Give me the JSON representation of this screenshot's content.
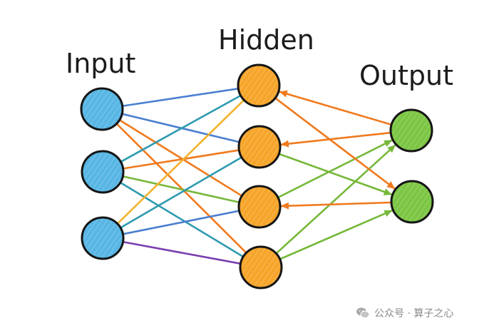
{
  "labels": {
    "input": "Input",
    "hidden": "Hidden",
    "output": "Output"
  },
  "watermark": {
    "text": "公众号 · 算子之心",
    "icon": "wechat-icon"
  },
  "colors": {
    "input_node": "#58b6e4",
    "hidden_node": "#f6a52b",
    "output_node": "#7cc644",
    "node_outline": "#151515",
    "edge_blue": "#4a7fd0",
    "edge_teal": "#2e9bb0",
    "edge_orange": "#f07a1e",
    "edge_yellow": "#f3b12a",
    "edge_green": "#76b83a",
    "edge_purple": "#7b3fb0"
  },
  "network": {
    "layers": [
      {
        "id": "input",
        "nodes": 3,
        "color": "input_node"
      },
      {
        "id": "hidden",
        "nodes": 4,
        "color": "hidden_node"
      },
      {
        "id": "output",
        "nodes": 2,
        "color": "output_node"
      }
    ],
    "edges": [
      {
        "from": "input.0",
        "to": "hidden.0",
        "color": "edge_blue",
        "arrow": false
      },
      {
        "from": "input.0",
        "to": "hidden.1",
        "color": "edge_blue",
        "arrow": false
      },
      {
        "from": "input.0",
        "to": "hidden.2",
        "color": "edge_orange",
        "arrow": false
      },
      {
        "from": "input.0",
        "to": "hidden.3",
        "color": "edge_orange",
        "arrow": false
      },
      {
        "from": "input.1",
        "to": "hidden.0",
        "color": "edge_teal",
        "arrow": false
      },
      {
        "from": "input.1",
        "to": "hidden.1",
        "color": "edge_orange",
        "arrow": false
      },
      {
        "from": "input.1",
        "to": "hidden.2",
        "color": "edge_green",
        "arrow": false
      },
      {
        "from": "input.1",
        "to": "hidden.3",
        "color": "edge_teal",
        "arrow": false
      },
      {
        "from": "input.2",
        "to": "hidden.0",
        "color": "edge_yellow",
        "arrow": false
      },
      {
        "from": "input.2",
        "to": "hidden.1",
        "color": "edge_teal",
        "arrow": false
      },
      {
        "from": "input.2",
        "to": "hidden.2",
        "color": "edge_blue",
        "arrow": false
      },
      {
        "from": "input.2",
        "to": "hidden.3",
        "color": "edge_purple",
        "arrow": false
      },
      {
        "from": "output.0",
        "to": "hidden.0",
        "color": "edge_orange",
        "arrow": true
      },
      {
        "from": "output.0",
        "to": "hidden.1",
        "color": "edge_orange",
        "arrow": true
      },
      {
        "from": "hidden.2",
        "to": "output.0",
        "color": "edge_green",
        "arrow": true
      },
      {
        "from": "hidden.3",
        "to": "output.0",
        "color": "edge_green",
        "arrow": true
      },
      {
        "from": "hidden.0",
        "to": "output.1",
        "color": "edge_orange",
        "arrow": true
      },
      {
        "from": "hidden.1",
        "to": "output.1",
        "color": "edge_green",
        "arrow": true
      },
      {
        "from": "output.1",
        "to": "hidden.2",
        "color": "edge_orange",
        "arrow": true
      },
      {
        "from": "hidden.3",
        "to": "output.1",
        "color": "edge_green",
        "arrow": true
      }
    ]
  }
}
